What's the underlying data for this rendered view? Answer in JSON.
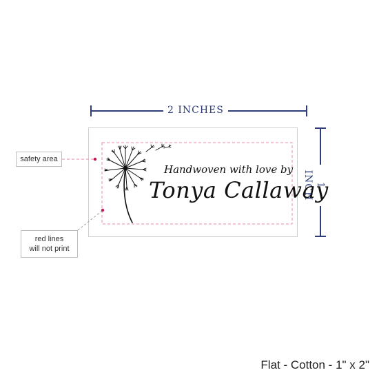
{
  "dimensions": {
    "width_label": "2 INCHES",
    "height_label": "1 INCH"
  },
  "label": {
    "tagline": "Handwoven with love by",
    "name": "Tonya Callaway",
    "graphic": "dandelion-icon"
  },
  "callouts": {
    "safety_area": "safety area",
    "red_lines_line1": "red lines",
    "red_lines_line2": "will not print"
  },
  "product_caption": "Flat - Cotton - 1\" x 2\"",
  "colors": {
    "dimension_lines": "#2e3d78",
    "safety_lines": "#e88aa4",
    "callout_dots": "#c2185b"
  }
}
